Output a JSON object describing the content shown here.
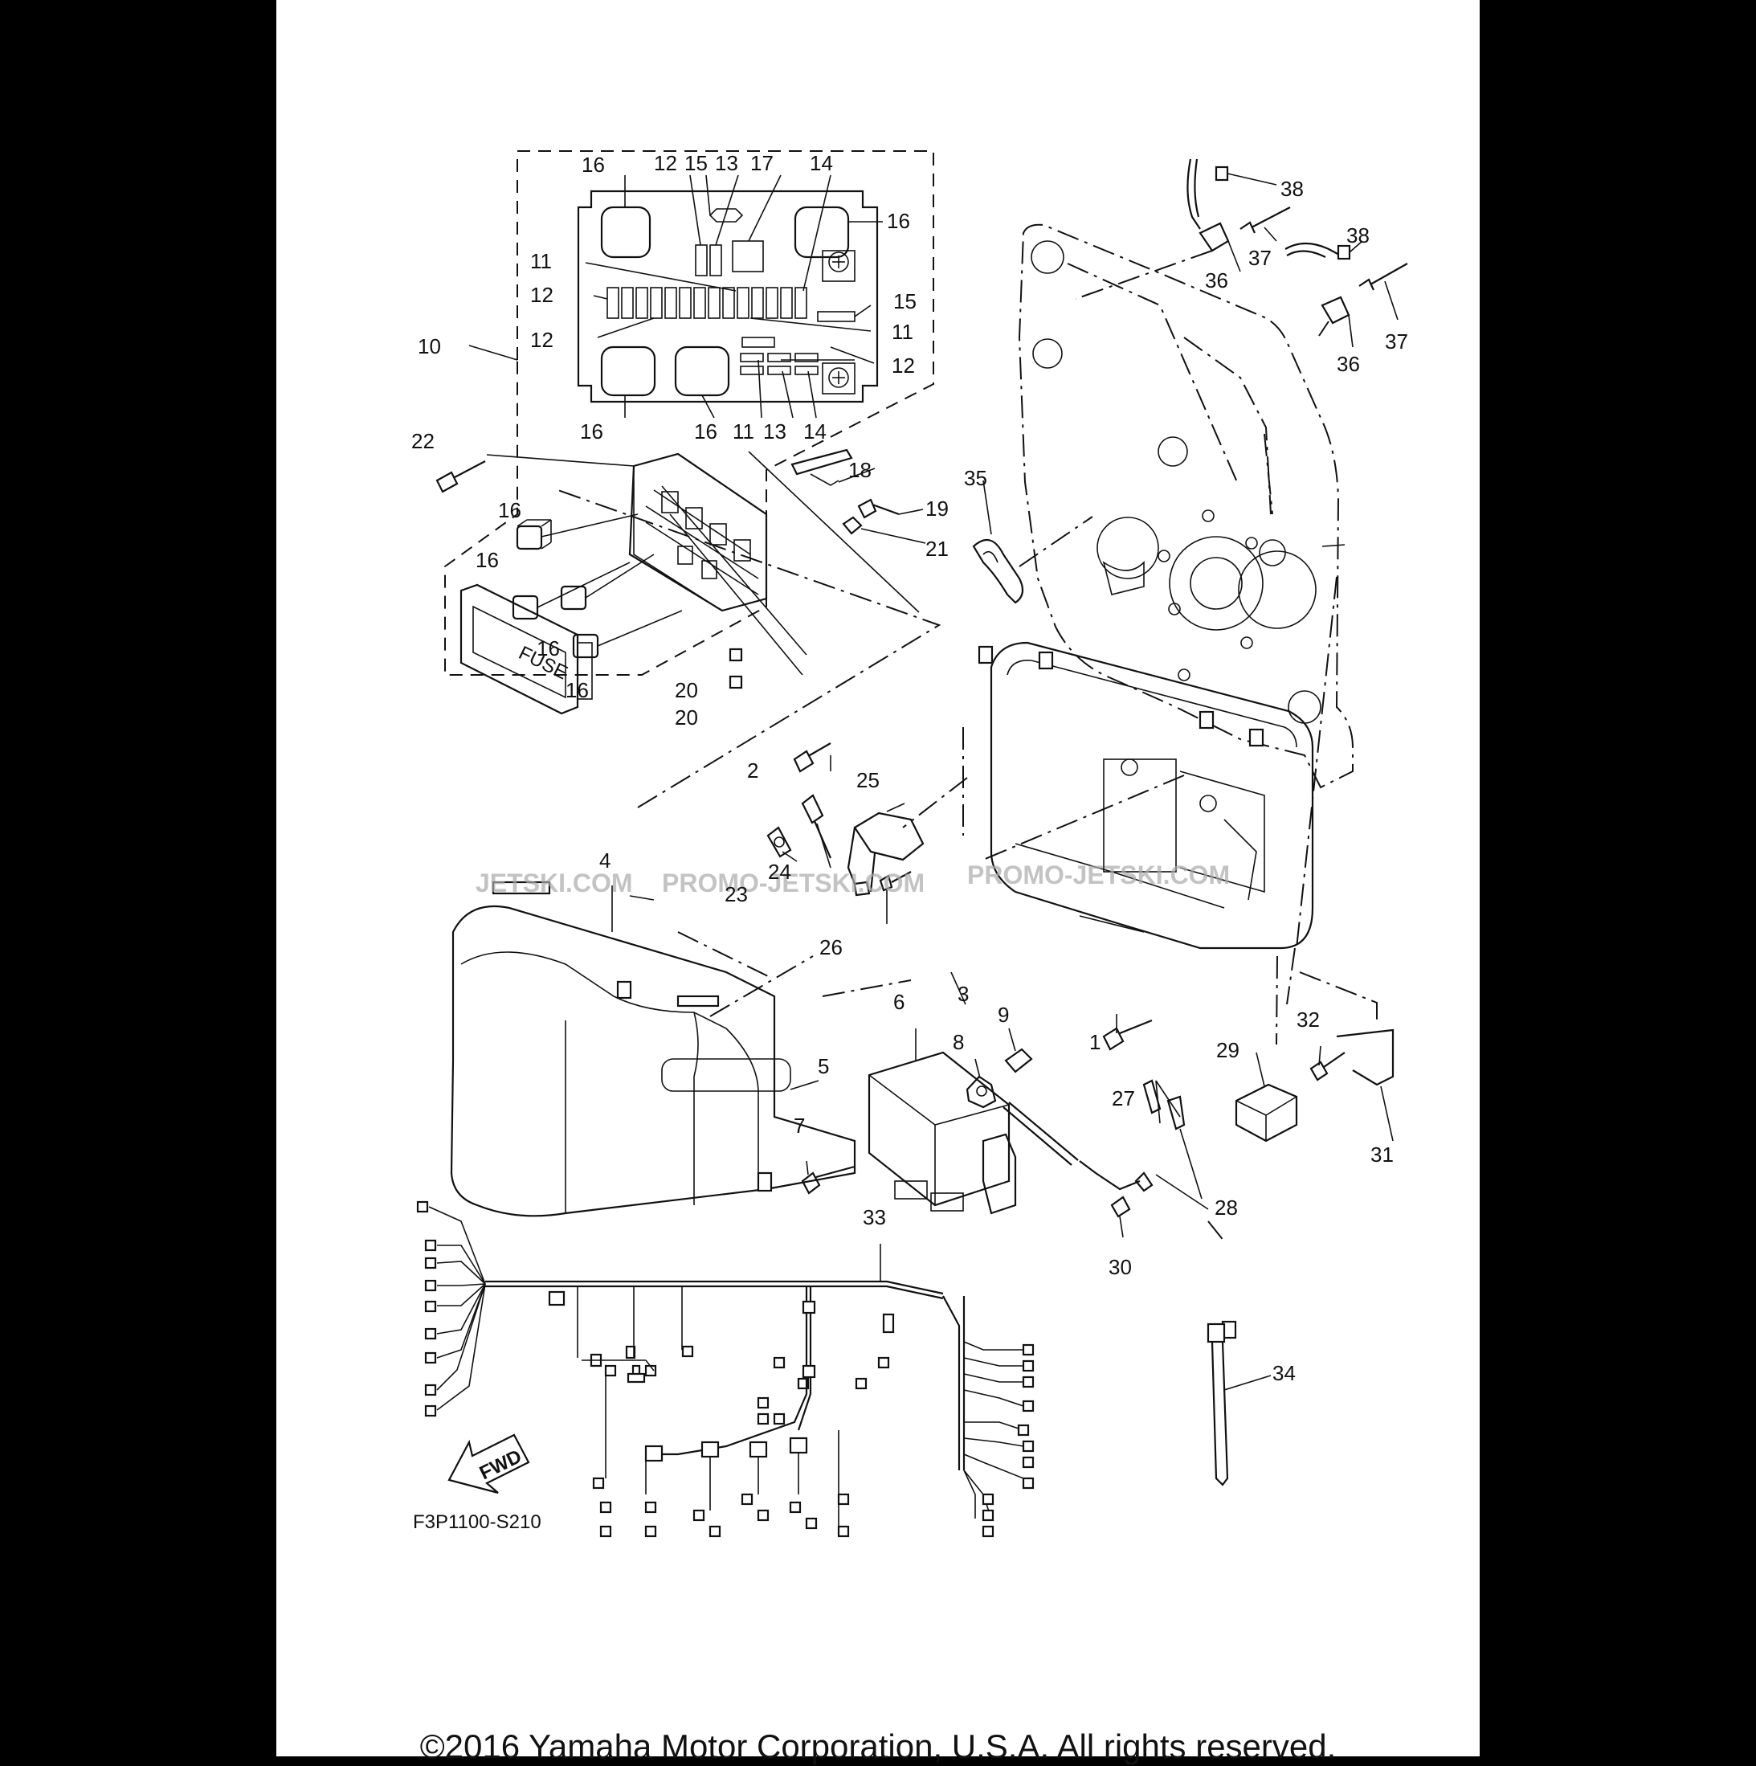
{
  "diagram": {
    "code": "F3P1100-S210",
    "fwd_label": "FWD",
    "fuse_label": "FUSE",
    "copyright": "©2016 Yamaha Motor Corporation, U.S.A. All rights reserved.",
    "watermarks": [
      "JETSKI.COM",
      "PROMO-JETSKI.COM",
      "PROMO-JETSKI.COM"
    ],
    "callouts": [
      {
        "id": "c16a",
        "text": "16"
      },
      {
        "id": "c12a",
        "text": "12"
      },
      {
        "id": "c15a",
        "text": "15"
      },
      {
        "id": "c13a",
        "text": "13"
      },
      {
        "id": "c17",
        "text": "17"
      },
      {
        "id": "c14a",
        "text": "14"
      },
      {
        "id": "c16b",
        "text": "16"
      },
      {
        "id": "c11a",
        "text": "11"
      },
      {
        "id": "c12b",
        "text": "12"
      },
      {
        "id": "c15b",
        "text": "15"
      },
      {
        "id": "c11b",
        "text": "11"
      },
      {
        "id": "c12c",
        "text": "12"
      },
      {
        "id": "c12d",
        "text": "12"
      },
      {
        "id": "c10",
        "text": "10"
      },
      {
        "id": "c16c",
        "text": "16"
      },
      {
        "id": "c16d",
        "text": "16"
      },
      {
        "id": "c11c",
        "text": "11"
      },
      {
        "id": "c13b",
        "text": "13"
      },
      {
        "id": "c14b",
        "text": "14"
      },
      {
        "id": "c22",
        "text": "22"
      },
      {
        "id": "c18",
        "text": "18"
      },
      {
        "id": "c19",
        "text": "19"
      },
      {
        "id": "c21",
        "text": "21"
      },
      {
        "id": "c16e",
        "text": "16"
      },
      {
        "id": "c16f",
        "text": "16"
      },
      {
        "id": "c16g",
        "text": "16"
      },
      {
        "id": "c16h",
        "text": "16"
      },
      {
        "id": "c20a",
        "text": "20"
      },
      {
        "id": "c20b",
        "text": "20"
      },
      {
        "id": "c35",
        "text": "35"
      },
      {
        "id": "c38a",
        "text": "38"
      },
      {
        "id": "c37a",
        "text": "37"
      },
      {
        "id": "c36a",
        "text": "36"
      },
      {
        "id": "c38b",
        "text": "38"
      },
      {
        "id": "c37b",
        "text": "37"
      },
      {
        "id": "c36b",
        "text": "36"
      },
      {
        "id": "c2",
        "text": "2"
      },
      {
        "id": "c25",
        "text": "25"
      },
      {
        "id": "c24",
        "text": "24"
      },
      {
        "id": "c23",
        "text": "23"
      },
      {
        "id": "c26",
        "text": "26"
      },
      {
        "id": "c4",
        "text": "4"
      },
      {
        "id": "c3",
        "text": "3"
      },
      {
        "id": "c6",
        "text": "6"
      },
      {
        "id": "c9",
        "text": "9"
      },
      {
        "id": "c8",
        "text": "8"
      },
      {
        "id": "c1",
        "text": "1"
      },
      {
        "id": "c32",
        "text": "32"
      },
      {
        "id": "c29",
        "text": "29"
      },
      {
        "id": "c5",
        "text": "5"
      },
      {
        "id": "c27",
        "text": "27"
      },
      {
        "id": "c31",
        "text": "31"
      },
      {
        "id": "c7",
        "text": "7"
      },
      {
        "id": "c28",
        "text": "28"
      },
      {
        "id": "c33",
        "text": "33"
      },
      {
        "id": "c30",
        "text": "30"
      },
      {
        "id": "c34",
        "text": "34"
      }
    ]
  }
}
